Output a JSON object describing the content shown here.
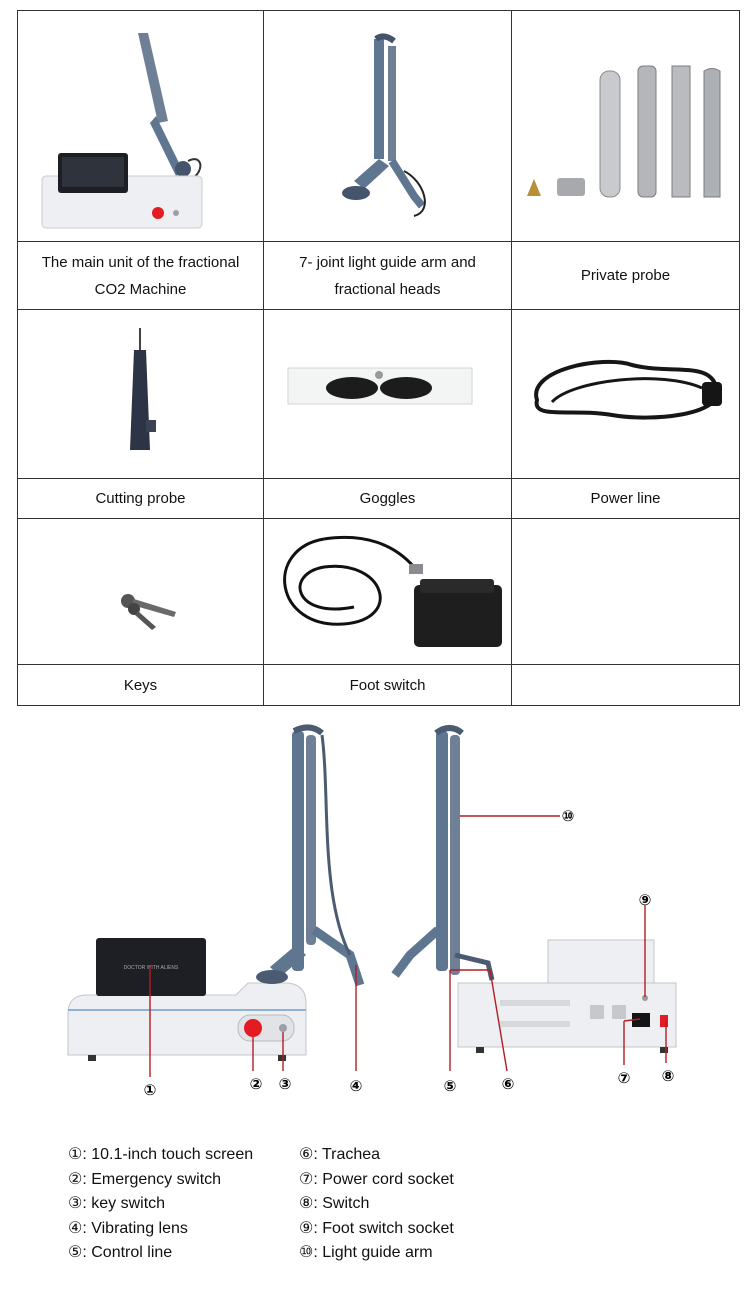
{
  "accessories": [
    {
      "caption_lines": [
        "The main unit of the fractional",
        "CO2 Machine"
      ]
    },
    {
      "caption_lines": [
        "7- joint light guide arm and",
        "fractional heads"
      ]
    },
    {
      "caption_lines": [
        "Private probe"
      ]
    },
    {
      "caption_lines": [
        "Cutting probe"
      ]
    },
    {
      "caption_lines": [
        "Goggles"
      ]
    },
    {
      "caption_lines": [
        "Power line"
      ]
    },
    {
      "caption_lines": [
        "Keys"
      ]
    },
    {
      "caption_lines": [
        "Foot switch"
      ]
    },
    {
      "caption_lines": [
        ""
      ]
    }
  ],
  "diagram_markers": [
    "①",
    "②",
    "③",
    "④",
    "⑤",
    "⑥",
    "⑦",
    "⑧",
    "⑨",
    "⑩"
  ],
  "screen_text": "DOCTOR WITH ALIENS",
  "legend_left": [
    "①: 10.1-inch touch screen",
    "②:  Emergency switch",
    "③:  key switch",
    "④:  Vibrating lens",
    "⑤:  Control line"
  ],
  "legend_right": [
    "⑥:  Trachea",
    "⑦:  Power cord socket",
    "⑧:  Switch",
    "⑨:  Foot switch socket",
    "⑩: Light guide arm"
  ],
  "colors": {
    "accent_red": "#e31b23",
    "arm_blue": "#5f7691",
    "device_white": "#eeeff2",
    "leader_line": "#b21e23"
  }
}
